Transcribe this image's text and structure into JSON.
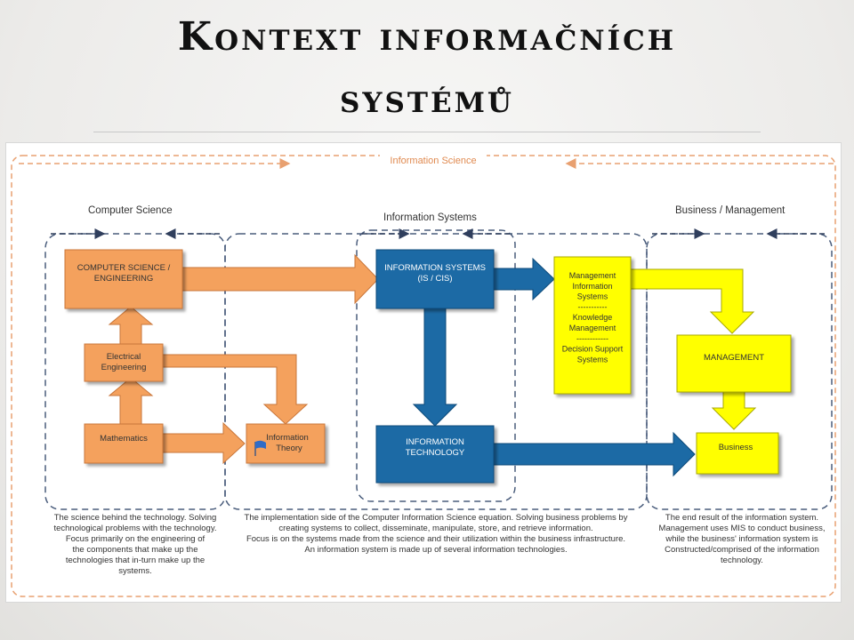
{
  "slide": {
    "title_line1": "Kontext informačních",
    "title_line2": "systémů"
  },
  "diagram": {
    "top_label": "Information Science",
    "section_labels": {
      "computer_science": "Computer Science",
      "information_systems": "Information Systems",
      "business_management": "Business / Management"
    },
    "boxes": {
      "cs_engineering": [
        "COMPUTER SCIENCE /",
        "ENGINEERING"
      ],
      "electrical_engineering": [
        "Electrical",
        "Engineering"
      ],
      "mathematics": "Mathematics",
      "information_theory": [
        "Information",
        "Theory"
      ],
      "information_systems": [
        "INFORMATION SYSTEMS",
        "(IS / CIS)"
      ],
      "information_technology": [
        "INFORMATION",
        "TECHNOLOGY"
      ],
      "mis_stack": [
        "Management",
        "Information",
        "Systems",
        "-----------",
        "Knowledge",
        "Management",
        "------------",
        "Decision Support",
        "Systems"
      ],
      "management": "MANAGEMENT",
      "business": "Business"
    },
    "captions": {
      "left": [
        "The science behind the technology. Solving",
        "technological problems with the technology.",
        "Focus primarily on the engineering of",
        "the components that make up the",
        "technologies that in-turn make up the",
        "systems."
      ],
      "middle": [
        "The implementation side of the Computer Information Science equation. Solving business problems by",
        "creating systems to collect, disseminate, manipulate, store, and retrieve information.",
        "Focus is on the systems made from the science and their utilization within the business infrastructure.",
        "An information system is made up of several information technologies."
      ],
      "right": [
        "The end result of the information system.",
        "Management uses MIS to conduct business,",
        "while the business' information system is",
        "Constructed/comprised of the information",
        "technology."
      ]
    },
    "colors": {
      "orange": "#f4a15d",
      "orange_border": "#c9763a",
      "blue": "#1c6aa5",
      "blue_dark": "#0d4a7a",
      "yellow": "#ffff00",
      "yellow_border": "#a8a800",
      "dashed_orange": "#e8a070",
      "dashed_blue": "#4a5d7c"
    }
  }
}
